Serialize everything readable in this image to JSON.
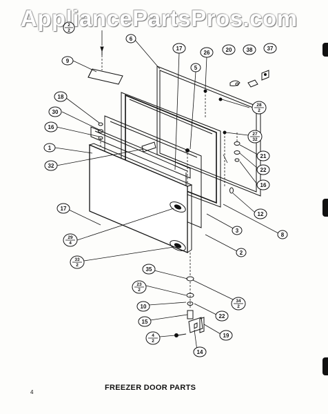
{
  "watermark": "AppliancePartsPros.com",
  "caption": "FREEZER DOOR PARTS",
  "page_number": "4",
  "callouts": [
    {
      "id": "c-2-2-top",
      "top": "2",
      "bottom": "2"
    },
    {
      "id": "c-6",
      "text": "6"
    },
    {
      "id": "c-17-top",
      "text": "17"
    },
    {
      "id": "c-26",
      "text": "26"
    },
    {
      "id": "c-20",
      "text": "20"
    },
    {
      "id": "c-38",
      "text": "38"
    },
    {
      "id": "c-37",
      "text": "37"
    },
    {
      "id": "c-9",
      "text": "9"
    },
    {
      "id": "c-5",
      "text": "5"
    },
    {
      "id": "c-28-2",
      "top": "28",
      "bottom": "2"
    },
    {
      "id": "c-18",
      "text": "18"
    },
    {
      "id": "c-30",
      "text": "30"
    },
    {
      "id": "c-16-left",
      "text": "16"
    },
    {
      "id": "c-27-32",
      "top": "27",
      "bottom": "32"
    },
    {
      "id": "c-1",
      "text": "1"
    },
    {
      "id": "c-21",
      "text": "21"
    },
    {
      "id": "c-32",
      "text": "32"
    },
    {
      "id": "c-22-right",
      "text": "22"
    },
    {
      "id": "c-16-right",
      "text": "16"
    },
    {
      "id": "c-17-left",
      "text": "17"
    },
    {
      "id": "c-12",
      "text": "12"
    },
    {
      "id": "c-3",
      "text": "3"
    },
    {
      "id": "c-8",
      "text": "8"
    },
    {
      "id": "c-29-4",
      "top": "29",
      "bottom": "4"
    },
    {
      "id": "c-2",
      "text": "2"
    },
    {
      "id": "c-33-2",
      "top": "33",
      "bottom": "2"
    },
    {
      "id": "c-35",
      "text": "35"
    },
    {
      "id": "c-34-2",
      "top": "34",
      "bottom": "2"
    },
    {
      "id": "c-23-2",
      "top": "23",
      "bottom": "2"
    },
    {
      "id": "c-10",
      "text": "10"
    },
    {
      "id": "c-22-bottom",
      "text": "22"
    },
    {
      "id": "c-15",
      "text": "15"
    },
    {
      "id": "c-19",
      "text": "19"
    },
    {
      "id": "c-4-2",
      "top": "4",
      "bottom": "2"
    },
    {
      "id": "c-14",
      "text": "14"
    }
  ]
}
